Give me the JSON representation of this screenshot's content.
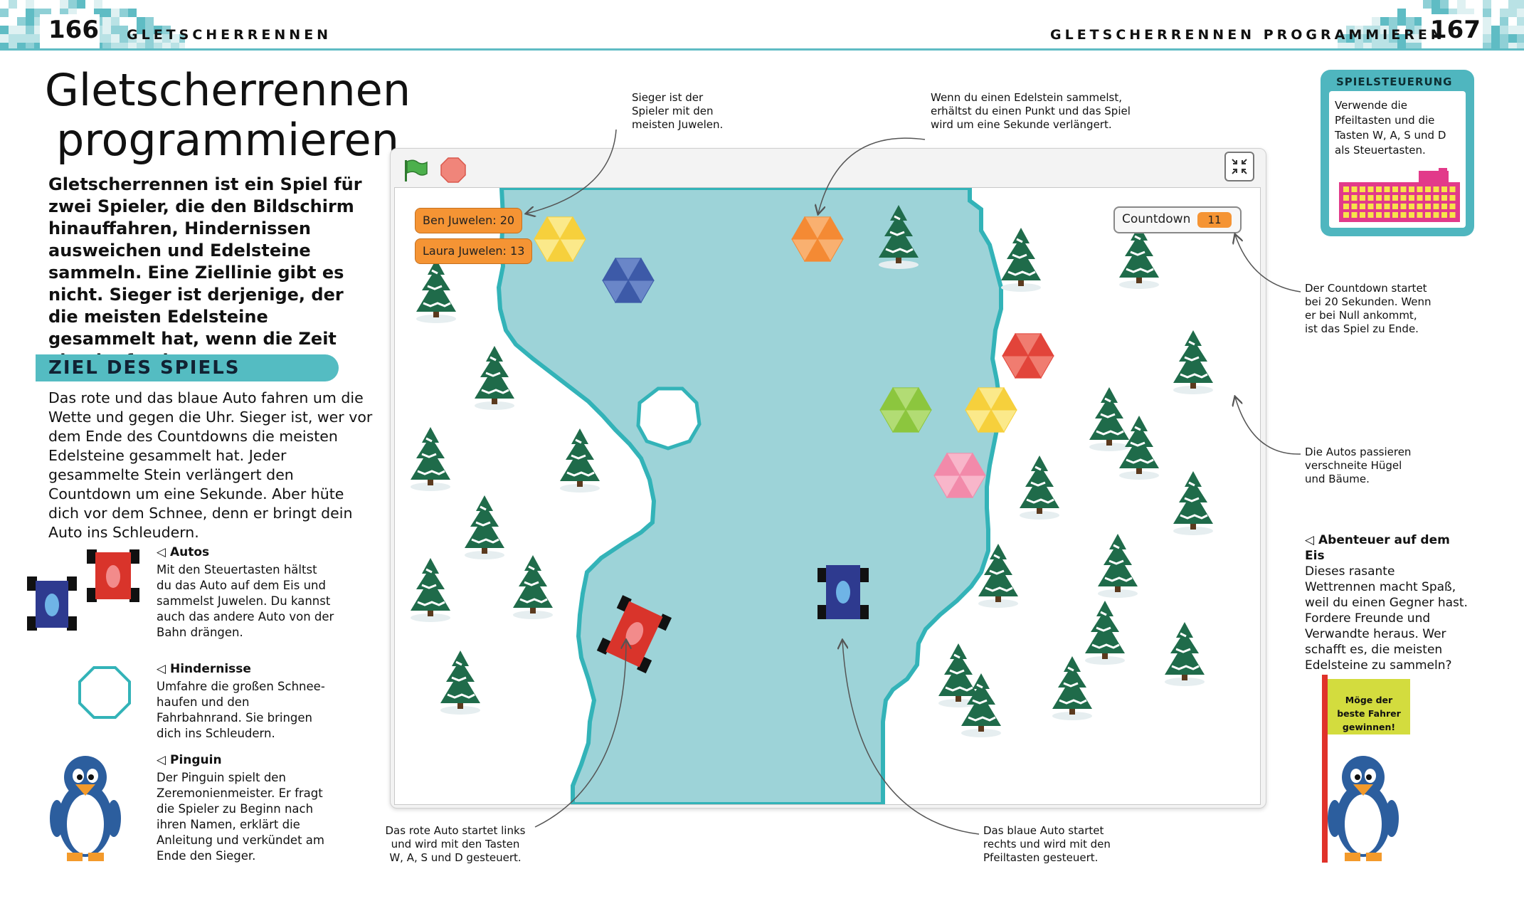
{
  "header": {
    "left_page_number": "166",
    "left_running_head": "GLETSCHERRENNEN",
    "right_running_head": "GLETSCHERRENNEN PROGRAMMIEREN",
    "right_page_number": "167"
  },
  "title_line1": "Gletscherrennen",
  "title_line2": "programmieren",
  "intro": "Gletscherrennen ist ein Spiel für zwei Spieler, die den Bildschirm hinauf­fahren, Hindernissen ausweichen und Edelsteine sammeln. Eine Ziellinie gibt es nicht. Sieger ist derjenige, der die meisten Edelsteine gesammelt hat, wenn die Zeit abgelaufen ist.",
  "goal": {
    "heading": "ZIEL DES SPIELS",
    "text": "Das rote und das blaue Auto fahren um die Wette und gegen die Uhr. Sieger ist, wer vor dem Ende des Countdowns die meisten Edelsteine gesammelt hat. Jeder gesammelte Stein verlängert den Countdown um eine Sekunde. Aber hüte dich vor dem Schnee, denn er bringt dein Auto ins Schleudern."
  },
  "items": [
    {
      "heading": "◁ Autos",
      "text": "Mit den Steuertasten hältst du das Auto auf dem Eis und sam­melst Juwelen. Du kannst auch das andere Auto von der Bahn drängen."
    },
    {
      "heading": "◁ Hindernisse",
      "text": "Umfahre die großen Schnee­haufen und den Fahrbahnrand. Sie bringen dich ins Schleudern."
    },
    {
      "heading": "◁ Pinguin",
      "text": "Der Pinguin spielt den Zeremonienmeister. Er fragt die Spieler zu Beginn nach ihren Namen, erklärt die Anleitung und verkün­det am Ende den Sieger."
    }
  ],
  "game": {
    "ben_label": "Ben Juwelen: 20",
    "laura_label": "Laura Juwelen: 13",
    "countdown_label": "Countdown",
    "countdown_value": "11"
  },
  "annotations": {
    "winner": "Sieger ist der Spieler mit den meisten Juwelen.",
    "gem": "Wenn du einen Edelstein sammelst, erhältst du einen Punkt und das Spiel wird um eine Sekunde verlängert.",
    "countdown": "Der Countdown startet bei 20 Sekunden. Wenn er bei Null ankommt, ist das Spiel zu Ende.",
    "hills": "Die Autos passieren verschneite Hügel und Bäume.",
    "red_car": "Das rote Auto startet links und wird mit den Tasten W, A, S und D gesteuert.",
    "blue_car": "Das blaue Auto startet rechts und wird mit den Pfeiltasten gesteuert."
  },
  "controls": {
    "heading": "SPIELSTEUERUNG",
    "text": "Verwende die Pfeiltasten und die Tasten W, A, S und D als Steuertasten."
  },
  "adventure": {
    "heading": "◁ Abenteuer auf dem Eis",
    "text": "Dieses rasante Wettrennen macht Spaß, weil du einen Gegner hast. Fordere Freunde und Verwandte heraus. Wer schafft es, die meisten Edel­steine zu sammeln?"
  },
  "flag_text": "Möge der beste Fahrer gewinnen!",
  "colors": {
    "accent": "#54bcc2",
    "ice": "#9dd3d8",
    "ice_edge": "#33b3b8",
    "tree": "#1f6b4a",
    "pill": "#f59434",
    "red_car": "#d9342b",
    "blue_car": "#2e3a8f"
  }
}
